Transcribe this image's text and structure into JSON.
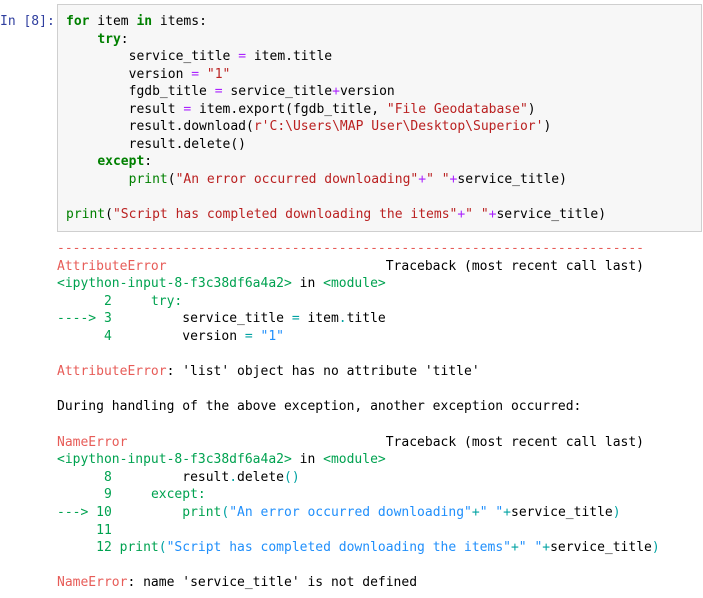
{
  "cell": {
    "input_prompt": "In [8]:",
    "code_lines": [
      [
        [
          "kw",
          "for"
        ],
        [
          "pl",
          " item "
        ],
        [
          "kw",
          "in"
        ],
        [
          "pl",
          " items:"
        ]
      ],
      [
        [
          "pl",
          "    "
        ],
        [
          "kw",
          "try"
        ],
        [
          "pl",
          ":"
        ]
      ],
      [
        [
          "pl",
          "        service_title "
        ],
        [
          "op",
          "="
        ],
        [
          "pl",
          " item.title"
        ]
      ],
      [
        [
          "pl",
          "        version "
        ],
        [
          "op",
          "="
        ],
        [
          "pl",
          " "
        ],
        [
          "st",
          "\"1\""
        ]
      ],
      [
        [
          "pl",
          "        fgdb_title "
        ],
        [
          "op",
          "="
        ],
        [
          "pl",
          " service_title"
        ],
        [
          "op",
          "+"
        ],
        [
          "pl",
          "version"
        ]
      ],
      [
        [
          "pl",
          "        result "
        ],
        [
          "op",
          "="
        ],
        [
          "pl",
          " item.export(fgdb_title, "
        ],
        [
          "st",
          "\"File Geodatabase\""
        ],
        [
          "pl",
          ")"
        ]
      ],
      [
        [
          "pl",
          "        result.download("
        ],
        [
          "st",
          "r'C:\\Users\\MAP User\\Desktop\\Superior'"
        ],
        [
          "pl",
          ")"
        ]
      ],
      [
        [
          "pl",
          "        result.delete()"
        ]
      ],
      [
        [
          "pl",
          "    "
        ],
        [
          "kw",
          "except"
        ],
        [
          "pl",
          ":"
        ]
      ],
      [
        [
          "pl",
          "        "
        ],
        [
          "bi",
          "print"
        ],
        [
          "pl",
          "("
        ],
        [
          "st",
          "\"An error occurred downloading\""
        ],
        [
          "op",
          "+"
        ],
        [
          "st",
          "\" \""
        ],
        [
          "op",
          "+"
        ],
        [
          "pl",
          "service_title)"
        ]
      ],
      [],
      [
        [
          "bi",
          "print"
        ],
        [
          "pl",
          "("
        ],
        [
          "st",
          "\"Script has completed downloading the items\""
        ],
        [
          "op",
          "+"
        ],
        [
          "st",
          "\" \""
        ],
        [
          "op",
          "+"
        ],
        [
          "pl",
          "service_title)"
        ]
      ]
    ]
  },
  "output": {
    "lines": [
      [
        [
          "red",
          "---------------------------------------------------------------------------"
        ]
      ],
      [
        [
          "red",
          "AttributeError"
        ],
        [
          "pl",
          "                            Traceback (most recent call last)"
        ]
      ],
      [
        [
          "grn",
          "<ipython-input-8-f3c38df6a4a2>"
        ],
        [
          "pl",
          " in "
        ],
        [
          "grn",
          "<module>"
        ]
      ],
      [
        [
          "grn",
          "      2 "
        ],
        [
          "pl",
          "    "
        ],
        [
          "grn",
          "try:"
        ]
      ],
      [
        [
          "grn",
          "----> 3 "
        ],
        [
          "pl",
          "        service_title "
        ],
        [
          "cyn",
          "="
        ],
        [
          "pl",
          " item"
        ],
        [
          "cyn",
          "."
        ],
        [
          "pl",
          "title"
        ]
      ],
      [
        [
          "grn",
          "      4 "
        ],
        [
          "pl",
          "        version "
        ],
        [
          "cyn",
          "="
        ],
        [
          "pl",
          " "
        ],
        [
          "blu",
          "\"1\""
        ]
      ],
      [],
      [
        [
          "red",
          "AttributeError"
        ],
        [
          "pl",
          ": 'list' object has no attribute 'title'"
        ]
      ],
      [],
      [
        [
          "pl",
          "During handling of the above exception, another exception occurred:"
        ]
      ],
      [],
      [
        [
          "red",
          "NameError"
        ],
        [
          "pl",
          "                                 Traceback (most recent call last)"
        ]
      ],
      [
        [
          "grn",
          "<ipython-input-8-f3c38df6a4a2>"
        ],
        [
          "pl",
          " in "
        ],
        [
          "grn",
          "<module>"
        ]
      ],
      [
        [
          "grn",
          "      8 "
        ],
        [
          "pl",
          "        result"
        ],
        [
          "cyn",
          "."
        ],
        [
          "pl",
          "delete"
        ],
        [
          "cyn",
          "()"
        ]
      ],
      [
        [
          "grn",
          "      9 "
        ],
        [
          "pl",
          "    "
        ],
        [
          "grn",
          "except:"
        ]
      ],
      [
        [
          "grn",
          "---> 10 "
        ],
        [
          "pl",
          "        "
        ],
        [
          "grn",
          "print"
        ],
        [
          "cyn",
          "("
        ],
        [
          "blu",
          "\"An error occurred downloading\""
        ],
        [
          "cyn",
          "+"
        ],
        [
          "blu",
          "\" \""
        ],
        [
          "cyn",
          "+"
        ],
        [
          "pl",
          "service_title"
        ],
        [
          "cyn",
          ")"
        ]
      ],
      [
        [
          "grn",
          "     11 "
        ]
      ],
      [
        [
          "grn",
          "     12 "
        ],
        [
          "grn",
          "print"
        ],
        [
          "cyn",
          "("
        ],
        [
          "blu",
          "\"Script has completed downloading the items\""
        ],
        [
          "cyn",
          "+"
        ],
        [
          "blu",
          "\" \""
        ],
        [
          "cyn",
          "+"
        ],
        [
          "pl",
          "service_title"
        ],
        [
          "cyn",
          ")"
        ]
      ],
      [],
      [
        [
          "red",
          "NameError"
        ],
        [
          "pl",
          ": name 'service_title' is not defined"
        ]
      ]
    ]
  },
  "colors": {
    "input_prompt_blue": "#303F9F",
    "keyword_green": "#008000",
    "builtin_green": "#008000",
    "operator_purple": "#AA22FF",
    "string_red": "#BA2121",
    "traceback_error_red": "#E75C58",
    "traceback_green": "#00A250",
    "traceback_string_blue": "#208FFB",
    "traceback_punct_cyan": "#00A2A2",
    "cell_background": "#F7F7F7",
    "cell_border": "#CFCFCF"
  }
}
